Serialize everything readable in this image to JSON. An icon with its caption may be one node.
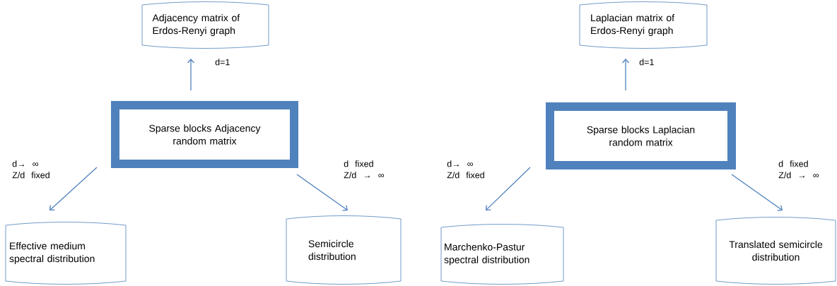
{
  "diagram": {
    "nodes": [
      {
        "text": [
          "Adjacency matrix of Erdos-Renyi graph"
        ]
      },
      {
        "text": [
          "Sparse blocks Adjacency random matrix"
        ]
      },
      {
        "text": [
          "Effective medium spectral distribution"
        ]
      },
      {
        "text": [
          "Semicircle distribution"
        ]
      },
      {
        "text": [
          "Laplacian matrix of Erdos-Renyi graph"
        ]
      },
      {
        "text": [
          "Sparse blocks Laplacian random matrix"
        ]
      },
      {
        "text": [
          "Marchenko-Pastur spectral distribution"
        ]
      },
      {
        "text": [
          "Translated semicircle distribution"
        ]
      }
    ],
    "edges": [
      {
        "from": 1,
        "to": 0,
        "arrow": "to",
        "label": "d=1"
      },
      {
        "from": 1,
        "to": 2,
        "arrow": "to",
        "label": "d→ ∞ Z/d fixed"
      },
      {
        "from": 1,
        "to": 3,
        "arrow": "to",
        "label": "d fixed Z/d → ∞"
      },
      {
        "from": 5,
        "to": 4,
        "arrow": "to",
        "label": "d=1"
      },
      {
        "from": 5,
        "to": 6,
        "arrow": "to",
        "label": "d→ ∞ Z/d fixed"
      },
      {
        "from": 5,
        "to": 7,
        "arrow": "to",
        "label": "d fixed Z/d → ∞"
      }
    ]
  }
}
